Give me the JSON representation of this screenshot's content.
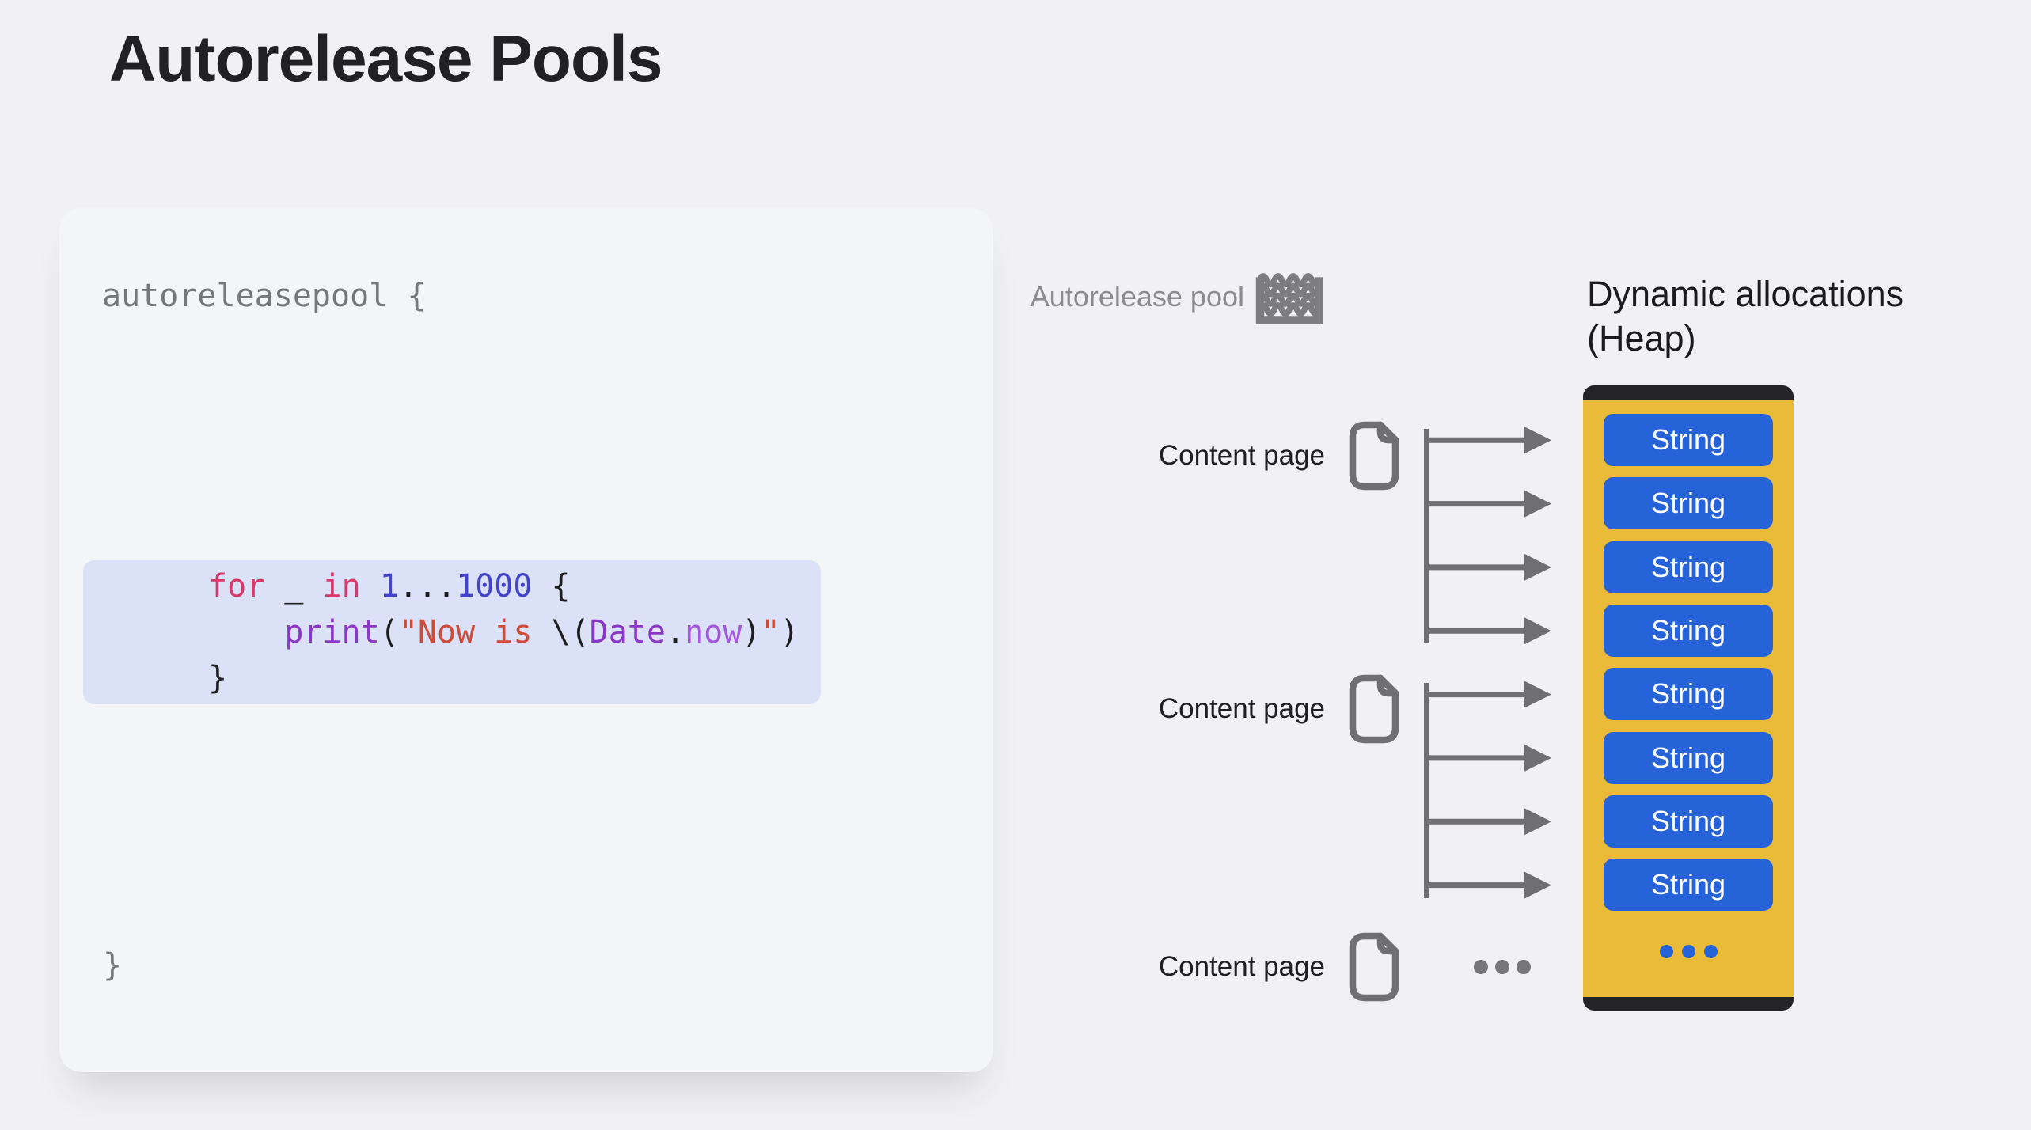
{
  "page": {
    "title": "Autorelease Pools"
  },
  "colors": {
    "background": "#F1F1F3",
    "card": "#F4F5F7",
    "code_gray": "#76767B",
    "highlight_bg": "#DBE1F6",
    "keyword_pink": "#D9386B",
    "number_indigo": "#4243C8",
    "function_purple": "#8A36C9",
    "property_violet": "#A357E0",
    "string_red": "#D04A38",
    "plain_dark": "#1E1E20",
    "label_gray": "#8A8A8F",
    "icon_gray": "#6E6E73",
    "heap_yellow": "#E9BB38",
    "heap_dark_bar": "#242428",
    "string_blue": "#2763D8",
    "text_dark": "#1D1D1F"
  },
  "code": {
    "open_line": "autoreleasepool {",
    "close_line": "}",
    "highlighted_lines": [
      {
        "indent": 0,
        "tokens": [
          [
            "for",
            "kw"
          ],
          [
            " _ ",
            "pl"
          ],
          [
            "in",
            "kw"
          ],
          [
            " ",
            "pl"
          ],
          [
            "1",
            "num"
          ],
          [
            "...",
            "pl"
          ],
          [
            "1000",
            "num"
          ],
          [
            " {",
            "pl"
          ]
        ]
      },
      {
        "indent": 4,
        "tokens": [
          [
            "print",
            "fn"
          ],
          [
            "(",
            "pl"
          ],
          [
            "\"Now is ",
            "str"
          ],
          [
            "\\(",
            "pl"
          ],
          [
            "Date",
            "fn"
          ],
          [
            ".",
            "pl"
          ],
          [
            "now",
            "prop"
          ],
          [
            ")",
            "pl"
          ],
          [
            "\"",
            "str"
          ],
          [
            ")",
            "pl"
          ]
        ]
      },
      {
        "indent": 0,
        "tokens": [
          [
            "}",
            "pl"
          ]
        ]
      }
    ]
  },
  "diagram": {
    "pool_label": "Autorelease pool",
    "heap_title_lines": [
      "Dynamic allocations",
      "(Heap)"
    ],
    "content_page_labels": [
      "Content page",
      "Content page",
      "Content page"
    ],
    "strings": [
      "String",
      "String",
      "String",
      "String",
      "String",
      "String",
      "String",
      "String"
    ]
  }
}
